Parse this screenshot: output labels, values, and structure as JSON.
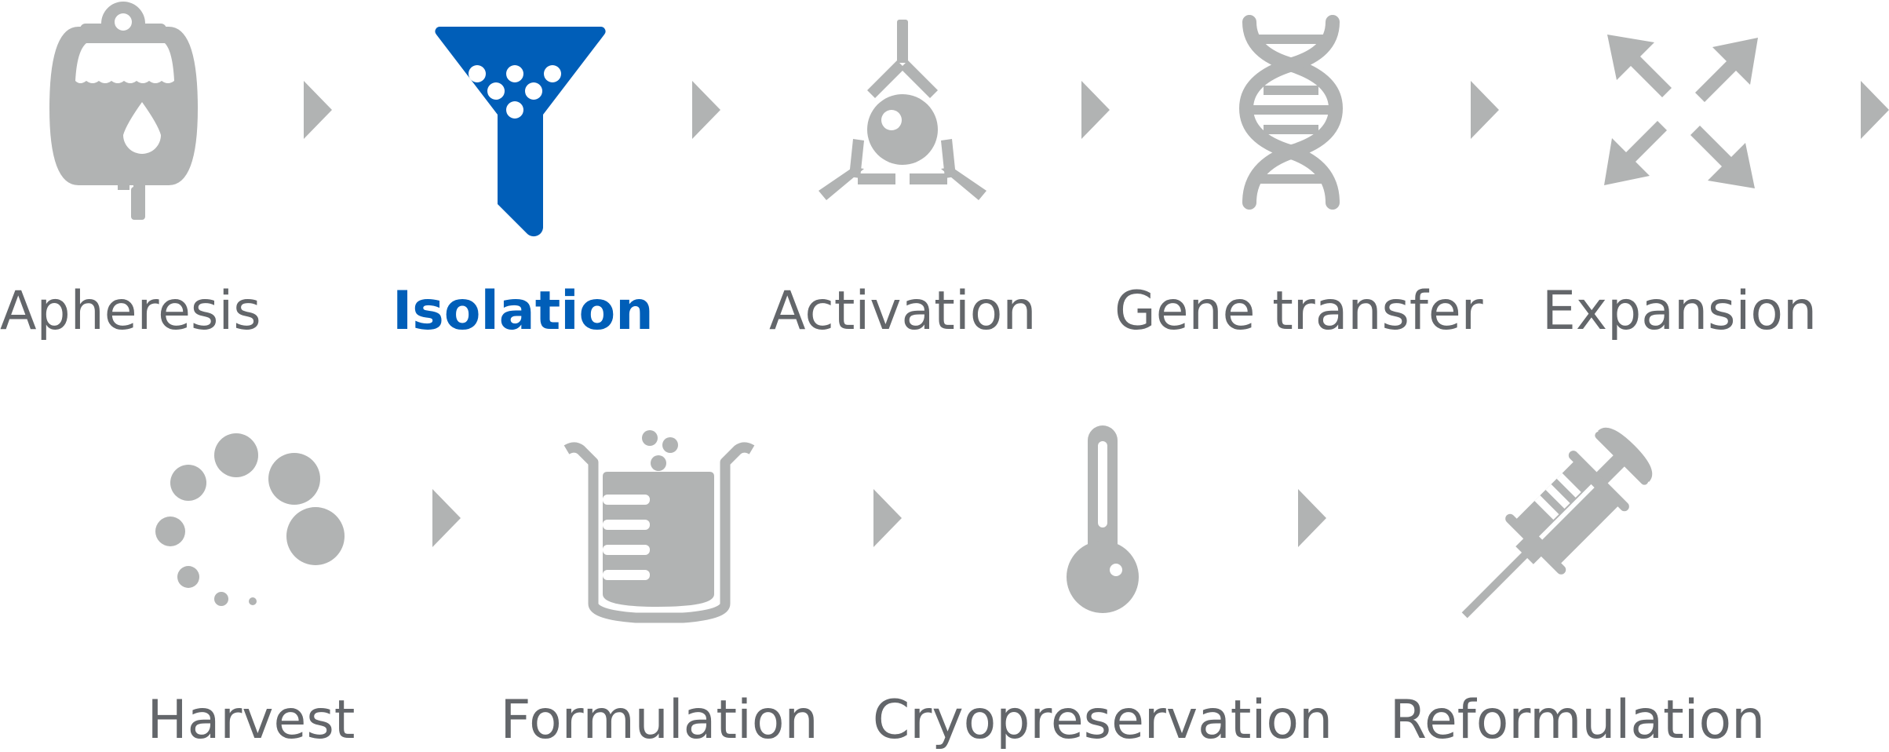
{
  "colors": {
    "inactive": "#b1b3b3",
    "active": "#005eb8",
    "text": "#63666a"
  },
  "active_step": "isolation",
  "steps": {
    "apheresis": {
      "label": "Apheresis",
      "icon": "blood-bag-icon"
    },
    "isolation": {
      "label": "Isolation",
      "icon": "funnel-icon"
    },
    "activation": {
      "label": "Activation",
      "icon": "cell-activation-icon"
    },
    "gene_transfer": {
      "label": "Gene transfer",
      "icon": "dna-icon"
    },
    "expansion": {
      "label": "Expansion",
      "icon": "expand-arrows-icon"
    },
    "harvest": {
      "label": "Harvest",
      "icon": "cell-cluster-icon"
    },
    "formulation": {
      "label": "Formulation",
      "icon": "beaker-icon"
    },
    "cryopreservation": {
      "label": "Cryopreservation",
      "icon": "thermometer-icon"
    },
    "reformulation": {
      "label": "Reformulation",
      "icon": "syringe-icon"
    }
  }
}
